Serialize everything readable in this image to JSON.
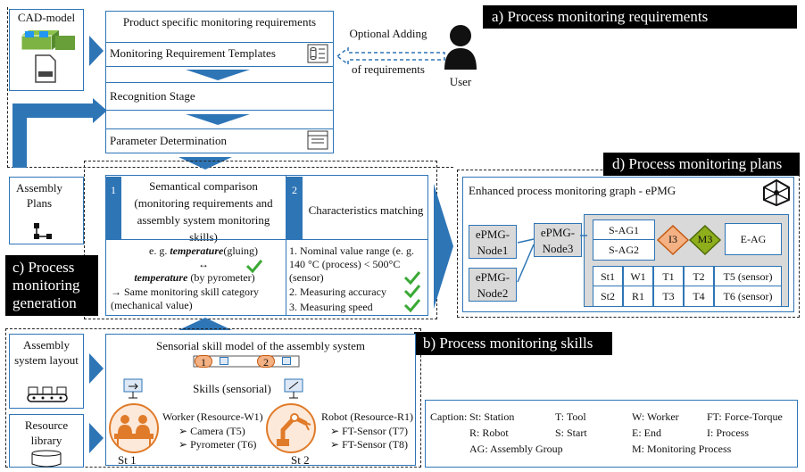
{
  "sections": {
    "a_title": "a) Process monitoring requirements",
    "b_title": "b) Process monitoring skills",
    "c_title": "c) Process monitoring generation",
    "d_title": "d) Process monitoring plans"
  },
  "inputs": {
    "cad_model": "CAD-model",
    "assembly_plans": "Assembly Plans",
    "assembly_layout": "Assembly system layout",
    "resource_library": "Resource library",
    "user": "User",
    "optional_adding": "Optional Adding",
    "of_requirements": "of requirements"
  },
  "requirements": {
    "header": "Product specific monitoring requirements",
    "templates": "Monitoring Requirement Templates",
    "recognition": "Recognition Stage",
    "parameter": "Parameter Determination"
  },
  "generation": {
    "step1_num": "1",
    "step1_title": "Semantical comparison (monitoring requirements and assembly system monitoring skills)",
    "step1_ex1": "e. g.",
    "step1_ex1_bold": "temperature",
    "step1_ex1_tail": "(gluing)",
    "step1_arrow": "↔",
    "step1_ex2_bold": "temperature",
    "step1_ex2_tail": "(by pyrometer)",
    "step1_ex3": "→ Same monitoring skill category (mechanical value)",
    "step2_num": "2",
    "step2_title": "Characteristics matching",
    "step2_items": [
      "1.  Nominal value range (e. g. 140 °C (process) < 500°C (sensor)",
      "2.  Measuring accuracy",
      "3.  Measuring speed"
    ]
  },
  "plans": {
    "header": "Enhanced process monitoring graph - ePMG",
    "node1": "ePMG-Node1",
    "node2": "ePMG-Node2",
    "node3": "ePMG-Node3",
    "sag1": "S-AG1",
    "sag2": "S-AG2",
    "i3": "I3",
    "m3": "M3",
    "eag": "E-AG",
    "row1": [
      "St1",
      "W1",
      "T1",
      "T2",
      "T5 (sensor)"
    ],
    "row2": [
      "St2",
      "R1",
      "T3",
      "T4",
      "T6 (sensor)"
    ]
  },
  "skills": {
    "header": "Sensorial skill model of the assembly system",
    "skills_label": "Skills (sensorial)",
    "badge1": "1",
    "badge2": "2",
    "worker_title": "Worker (Resource-W1)",
    "worker_items": [
      "Camera (T5)",
      "Pyrometer (T6)"
    ],
    "robot_title": "Robot (Resource-R1)",
    "robot_items": [
      "FT-Sensor (T7)",
      "FT-Sensor (T8)"
    ],
    "st1": "St 1",
    "st2": "St 2"
  },
  "caption": {
    "label": "Caption:",
    "entries": [
      "St: Station",
      "T: Tool",
      "W: Worker",
      "FT: Force-Torque",
      "R: Robot",
      "S: Start",
      "E: End",
      "I: Process",
      "AG: Assembly Group",
      "M: Monitoring Process"
    ]
  },
  "colors": {
    "accent": "#2e75b6",
    "orange": "#e07b2a",
    "green": "#3aa935",
    "olive": "#8fae1b"
  }
}
